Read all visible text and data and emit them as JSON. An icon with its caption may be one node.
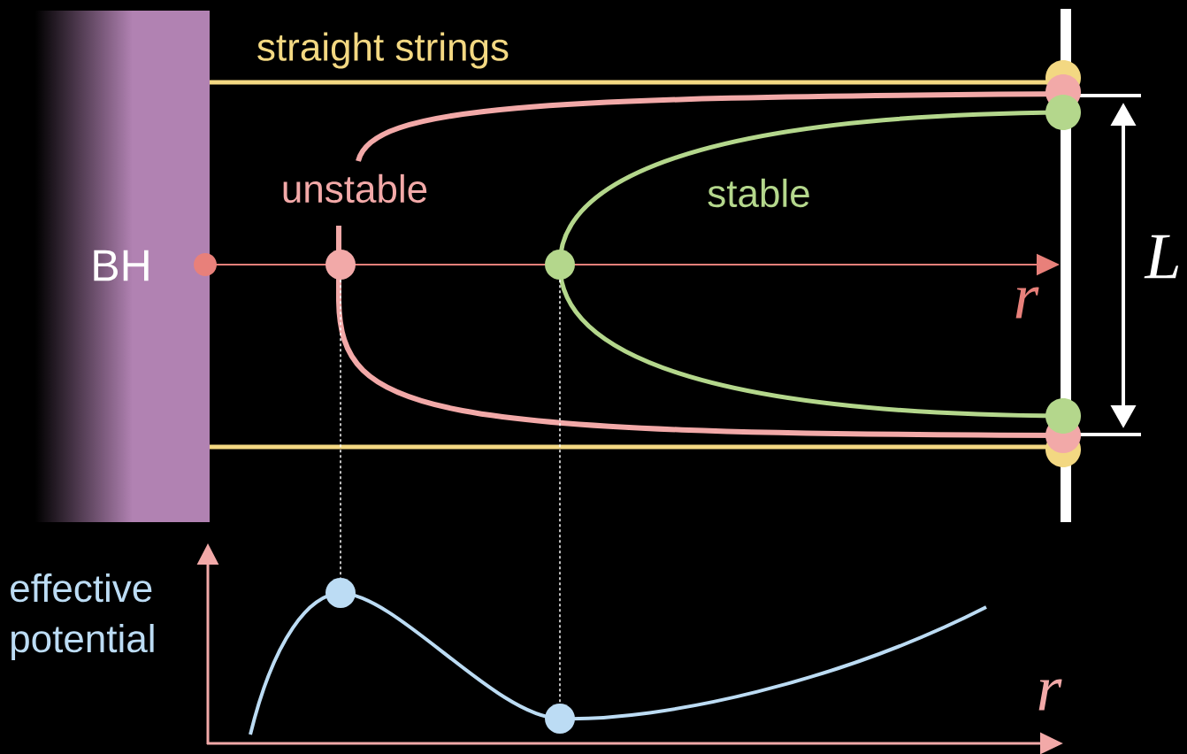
{
  "diagram": {
    "nodes": [
      {
        "text": [
          "BH"
        ]
      },
      {
        "text": [],
        "shape": "circle"
      },
      {
        "text": [],
        "shape": "circle"
      },
      {
        "text": [],
        "shape": "circle"
      },
      {
        "text": [],
        "shape": "circle"
      },
      {
        "text": [],
        "shape": "circle"
      },
      {
        "text": [],
        "shape": "circle"
      },
      {
        "text": [],
        "shape": "circle"
      },
      {
        "text": [],
        "shape": "circle"
      },
      {
        "text": [],
        "shape": "circle"
      },
      {
        "text": [],
        "shape": "circle"
      },
      {
        "text": [],
        "shape": "circle"
      }
    ],
    "edges": [
      {
        "from": 1,
        "to": 3,
        "arrow": "none",
        "style": "dashed"
      },
      {
        "from": 2,
        "to": 4,
        "arrow": "none",
        "style": "dashed"
      }
    ],
    "labels": [
      "straight strings",
      "unstable",
      "stable",
      "r",
      "L",
      "effective potential",
      "r"
    ]
  }
}
